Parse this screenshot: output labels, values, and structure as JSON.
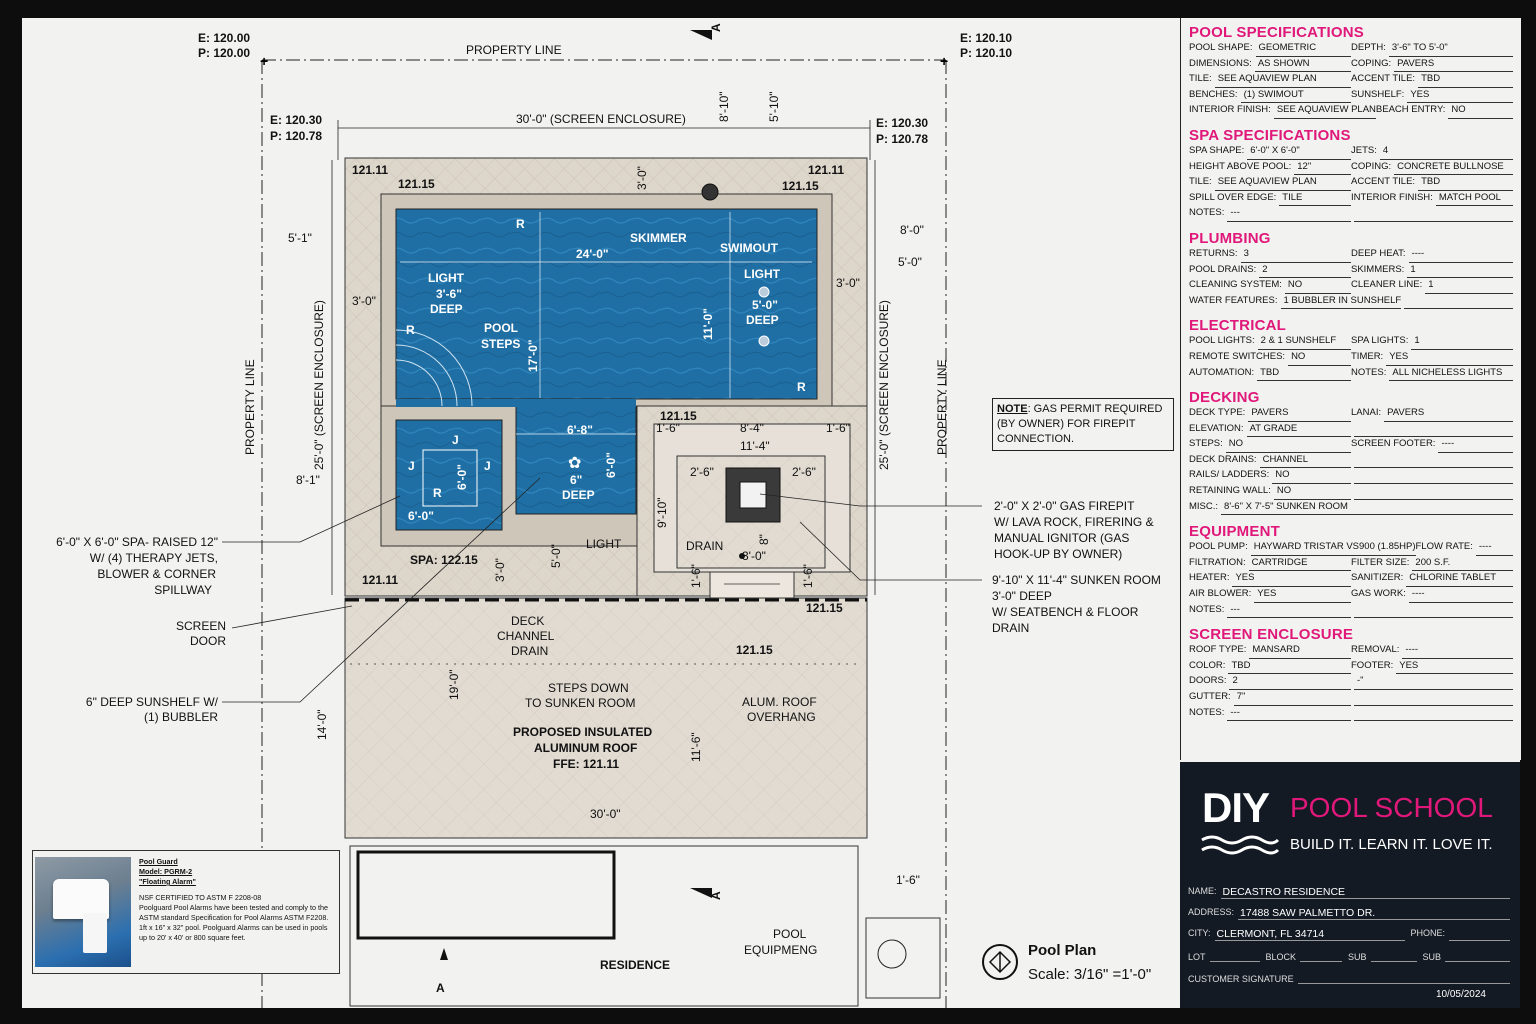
{
  "plan": {
    "elev_left": [
      "E: 120.00",
      "P: 120.00"
    ],
    "elev_right": [
      "E: 120.10",
      "P: 120.10"
    ],
    "elev_left2": [
      "E: 120.30",
      "P: 120.78"
    ],
    "elev_right2": [
      "E: 120.30",
      "P: 120.78"
    ],
    "property_line": "PROPERTY LINE",
    "screen_width": "30'-0\" (SCREEN ENCLOSURE)",
    "screen_depth": "25'-0\" (SCREEN ENCLOSURE)",
    "dims": [
      "8'-10\"",
      "5'-10\"",
      "3'-0\"",
      "24'-0\"",
      "17'-0\"",
      "11'-0\"",
      "5'-1\"",
      "3'-0\"",
      "8'-0\"",
      "5'-0\"",
      "3'-0\"",
      "8'-1\"",
      "6'-8\"",
      "6'-0\"",
      "6'-0\"",
      "6'-0\"",
      "3'-0\"",
      "5'-0\"",
      "1'-6\"",
      "8'-4\"",
      "11'-4\"",
      "1'-6\"",
      "2'-6\"",
      "2'-6\"",
      "9'-10\"",
      "3'-0\"",
      "8\"",
      "1'-6\"",
      "1'-6\"",
      "19'-0\"",
      "14'-0\"",
      "11'-6\"",
      "30'-0\"",
      "1'-6\""
    ],
    "grades": [
      "121.11",
      "121.15",
      "121.11",
      "121.15",
      "121.15",
      "SPA: 122.15",
      "121.11",
      "121.15",
      "121.15"
    ],
    "labels": {
      "skimmer": "SKIMMER",
      "swimout": "SWIMOUT",
      "light": "LIGHT",
      "deep_left": "3'-6\"",
      "deep_right": "5'-0\"",
      "deep": "DEEP",
      "pool_steps": [
        "POOL",
        "STEPS"
      ],
      "sunshelf_deep": "6\"",
      "drain": "DRAIN",
      "deck_drain": [
        "DECK",
        "CHANNEL",
        "DRAIN"
      ],
      "steps_down": [
        "STEPS DOWN",
        "TO SUNKEN ROOM"
      ],
      "roof": [
        "PROPOSED INSULATED",
        "ALUMINUM ROOF",
        "FFE: 121.11"
      ],
      "alum_overhang": [
        "ALUM. ROOF",
        "OVERHANG"
      ],
      "residence": "RESIDENCE",
      "pool_equip": [
        "POOL",
        "EQUIPMENG"
      ],
      "r": "R",
      "j": "J",
      "section_a": "A"
    },
    "callouts": {
      "spa": [
        "6'-0\" X 6'-0\" SPA- RAISED 12\"",
        "W/ (4) THERAPY JETS,",
        "BLOWER & CORNER",
        "SPILLWAY"
      ],
      "screen_door": [
        "SCREEN",
        "DOOR"
      ],
      "sunshelf": [
        "6\" DEEP SUNSHELF W/",
        "(1) BUBBLER"
      ],
      "firepit": [
        "2'-0\" X 2'-0\" GAS FIREPIT",
        "W/ LAVA ROCK, FIRERING &",
        "MANUAL IGNITOR (GAS",
        "HOOK-UP BY OWNER)"
      ],
      "sunken": [
        "9'-10\" X 11'-4\" SUNKEN ROOM",
        "3'-0\" DEEP",
        "W/ SEATBENCH & FLOOR",
        "DRAIN"
      ]
    }
  },
  "note": {
    "title": "NOTE",
    "text": ": GAS PERMIT REQUIRED (BY OWNER) FOR FIREPIT CONNECTION."
  },
  "pool_guard": {
    "title": "Pool Guard",
    "model": "Model: PGRM-2",
    "sub": "\"Floating Alarm\"",
    "cert": "NSF CERTIFIED TO ASTM F 2208-08",
    "body": "Poolguard Pool Alarms have been tested and comply to the ASTM standard Specification for Pool Alarms ASTM F2208. 1ft x 16\" x 32\" pool. Poolguard Alarms can be used in pools up to 20' x 40' or 800 square feet."
  },
  "plan_title": {
    "name": "Pool Plan",
    "scale": "Scale: 3/16\" =1'-0\""
  },
  "specs": [
    {
      "title": "POOL SPECIFICATIONS",
      "rows": [
        [
          [
            "POOL SHAPE:",
            "GEOMETRIC"
          ],
          [
            "DEPTH:",
            "3'-6\" TO 5'-0\""
          ]
        ],
        [
          [
            "DIMENSIONS:",
            "AS SHOWN"
          ],
          [
            "COPING:",
            "PAVERS"
          ]
        ],
        [
          [
            "TILE:",
            "SEE AQUAVIEW PLAN"
          ],
          [
            "ACCENT TILE:",
            "TBD"
          ]
        ],
        [
          [
            "BENCHES:",
            "(1) SWIMOUT"
          ],
          [
            "SUNSHELF:",
            "YES"
          ]
        ],
        [
          [
            "INTERIOR FINISH:",
            "SEE AQUAVIEW PLAN"
          ],
          [
            "BEACH ENTRY:",
            "NO"
          ]
        ]
      ]
    },
    {
      "title": "SPA SPECIFICATIONS",
      "rows": [
        [
          [
            "SPA SHAPE:",
            "6'-0\" X 6'-0\""
          ],
          [
            "JETS:",
            "4"
          ]
        ],
        [
          [
            "HEIGHT ABOVE POOL:",
            "12\""
          ],
          [
            "COPING:",
            "CONCRETE BULLNOSE"
          ]
        ],
        [
          [
            "TILE:",
            "SEE AQUAVIEW PLAN"
          ],
          [
            "ACCENT TILE:",
            "TBD"
          ]
        ],
        [
          [
            "SPILL OVER EDGE:",
            "TILE"
          ],
          [
            "INTERIOR FINISH:",
            "MATCH POOL"
          ]
        ],
        [
          [
            "NOTES:",
            "---"
          ],
          [
            "",
            ""
          ]
        ]
      ]
    },
    {
      "title": "PLUMBING",
      "rows": [
        [
          [
            "RETURNS:",
            "3"
          ],
          [
            "DEEP HEAT:",
            "----"
          ]
        ],
        [
          [
            "POOL DRAINS:",
            "2"
          ],
          [
            "SKIMMERS:",
            "1"
          ]
        ],
        [
          [
            "CLEANING SYSTEM:",
            "NO"
          ],
          [
            "CLEANER LINE:",
            "1"
          ]
        ],
        [
          [
            "WATER FEATURES:",
            "1 BUBBLER IN SUNSHELF"
          ],
          [
            "",
            ""
          ]
        ]
      ]
    },
    {
      "title": "ELECTRICAL",
      "rows": [
        [
          [
            "POOL LIGHTS:",
            "2 & 1 SUNSHELF"
          ],
          [
            "SPA LIGHTS:",
            "1"
          ]
        ],
        [
          [
            "REMOTE SWITCHES:",
            "NO"
          ],
          [
            "TIMER:",
            "YES"
          ]
        ],
        [
          [
            "AUTOMATION:",
            "TBD"
          ],
          [
            "NOTES:",
            "ALL NICHELESS LIGHTS"
          ]
        ]
      ]
    },
    {
      "title": "DECKING",
      "rows": [
        [
          [
            "DECK TYPE:",
            "PAVERS"
          ],
          [
            "LANAI:",
            "PAVERS"
          ]
        ],
        [
          [
            "ELEVATION:",
            "AT GRADE"
          ],
          [
            "",
            ""
          ]
        ],
        [
          [
            "STEPS:",
            "NO"
          ],
          [
            "SCREEN FOOTER:",
            "----"
          ]
        ],
        [
          [
            "DECK DRAINS:",
            "CHANNEL"
          ],
          [
            "",
            ""
          ]
        ],
        [
          [
            "RAILS/ LADDERS:",
            "NO"
          ],
          [
            "",
            ""
          ]
        ],
        [
          [
            "RETAINING WALL:",
            "NO"
          ],
          [
            "",
            ""
          ]
        ],
        [
          [
            "MISC.:",
            "8'-6\" X 7'-5\" SUNKEN ROOM"
          ]
        ]
      ]
    },
    {
      "title": "EQUIPMENT",
      "rows": [
        [
          [
            "POOL PUMP:",
            "HAYWARD TRISTAR VS900 (1.85HP)"
          ],
          [
            "FLOW RATE:",
            "----"
          ]
        ],
        [
          [
            "FILTRATION:",
            "CARTRIDGE"
          ],
          [
            "FILTER SIZE:",
            "200 S.F."
          ]
        ],
        [
          [
            "HEATER:",
            "YES"
          ],
          [
            "SANITIZER:",
            "CHLORINE TABLET"
          ]
        ],
        [
          [
            "AIR BLOWER:",
            "YES"
          ],
          [
            "GAS WORK:",
            "----"
          ]
        ],
        [
          [
            "NOTES:",
            "---"
          ],
          [
            "",
            ""
          ]
        ]
      ]
    },
    {
      "title": "SCREEN ENCLOSURE",
      "rows": [
        [
          [
            "ROOF TYPE:",
            "MANSARD"
          ],
          [
            "REMOVAL:",
            "----"
          ]
        ],
        [
          [
            "COLOR:",
            "TBD"
          ],
          [
            "FOOTER:",
            "YES"
          ]
        ],
        [
          [
            "DOORS:",
            "2"
          ],
          [
            "",
            "-\""
          ]
        ],
        [
          [
            "GUTTER:",
            "7\""
          ],
          [
            "",
            ""
          ]
        ],
        [
          [
            "NOTES:",
            "---"
          ],
          [
            "",
            ""
          ]
        ]
      ]
    }
  ],
  "brand": {
    "diy": "DIY",
    "name": "POOL SCHOOL",
    "tagline": "BUILD IT. LEARN IT. LOVE IT."
  },
  "title_block": {
    "name_label": "NAME:",
    "name": "DECASTRO RESIDENCE",
    "address_label": "ADDRESS:",
    "address": "17488 SAW PALMETTO DR.",
    "city_label": "CITY:",
    "city": "CLERMONT, FL 34714",
    "phone_label": "PHONE:",
    "lot_label": "LOT",
    "block_label": "BLOCK",
    "sub_label": "SUB",
    "sub2_label": "SUB",
    "signature_label": "CUSTOMER SIGNATURE",
    "date": "10/05/2024"
  },
  "colors": {
    "accent": "#e0187a",
    "water": "#1f6fa4",
    "deck": "#ddd6cb",
    "title_bg": "#141a24"
  }
}
